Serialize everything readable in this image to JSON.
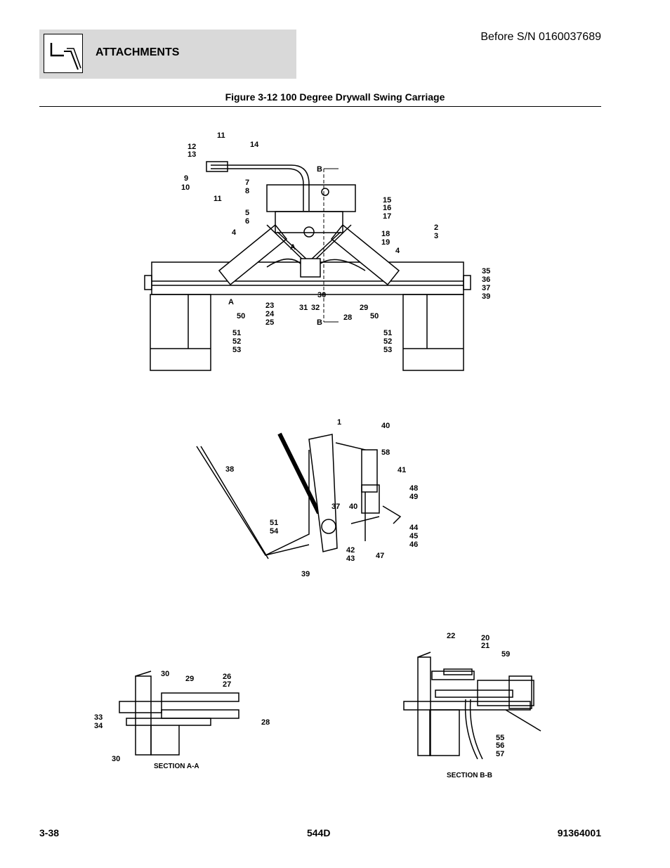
{
  "header": {
    "section_title": "ATTACHMENTS",
    "serial_note": "Before S/N 0160037689",
    "icon": "carriage-attachment-icon"
  },
  "figure": {
    "title": "Figure 3-12 100 Degree Drywall Swing Carriage"
  },
  "sections": {
    "section_a": "SECTION A-A",
    "section_b": "SECTION B-B"
  },
  "callouts_top": [
    "11",
    "12",
    "13",
    "14",
    "9",
    "10",
    "11",
    "B",
    "7",
    "8",
    "5",
    "6",
    "15",
    "16",
    "17",
    "18",
    "19",
    "2",
    "3",
    "4",
    "4",
    "A",
    "35",
    "36",
    "37",
    "39",
    "A",
    "23",
    "24",
    "25",
    "31",
    "32",
    "30",
    "28",
    "29",
    "50",
    "50",
    "B",
    "51",
    "52",
    "53",
    "51",
    "52",
    "53"
  ],
  "callouts_middle": [
    "1",
    "40",
    "58",
    "41",
    "38",
    "48",
    "49",
    "37",
    "40",
    "51",
    "54",
    "44",
    "45",
    "46",
    "42",
    "43",
    "47",
    "39"
  ],
  "callouts_bottom": [
    "30",
    "29",
    "26",
    "27",
    "33",
    "34",
    "28",
    "30",
    "22",
    "20",
    "21",
    "59",
    "55",
    "56",
    "57"
  ],
  "footer": {
    "page": "3-38",
    "model": "544D",
    "doc_number": "91364001"
  }
}
